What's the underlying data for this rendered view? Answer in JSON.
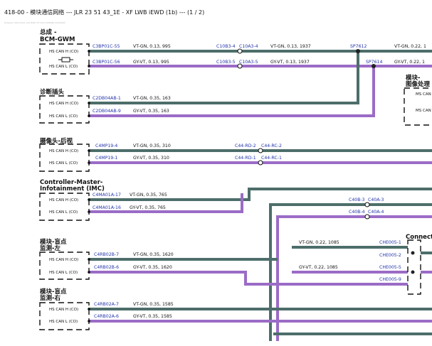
{
  "header": {
    "title": "418-00 - 模块通信网络 --- JLR 23 51 43_1E - XF LWB iEWD (1b) --- (1 / 2)",
    "subtitle": "Diagram data 2023, JLR iEWD XF 2023 WIRING DIAGRAM"
  },
  "colors": {
    "vt_gn": "#4d6e6a",
    "gy_vt": "#9b6cc7",
    "splice": "#222222",
    "pin": "#2233aa"
  },
  "modules": [
    {
      "id": "bcm",
      "title": "总成 -",
      "title2": "BCM-GWM",
      "signals": [
        "HS CAN H (CO)",
        "HS CAN L (CO)"
      ]
    },
    {
      "id": "diag",
      "title": "诊断插头",
      "title2": "",
      "signals": [
        "HS CAN H (CO)",
        "HS CAN L (CO)"
      ]
    },
    {
      "id": "cam",
      "title": "摄像头-后视",
      "title2": "",
      "signals": [
        "HS CAN H (CO)",
        "HS CAN L (CO)"
      ]
    },
    {
      "id": "imc",
      "title": "Controller-Master-",
      "title2": "Infotainment (IMC)",
      "signals": [
        "HS CAN H (CO)",
        "HS CAN L (CO)"
      ]
    },
    {
      "id": "bsl",
      "title": "模块-盲点",
      "title2": "监测-左",
      "signals": [
        "HS CAN H (CO)",
        "HS CAN L (CO)"
      ]
    },
    {
      "id": "bsr",
      "title": "模块-盲点",
      "title2": "监测-右",
      "signals": [
        "HS CAN H (CO)",
        "HS CAN L (CO)"
      ]
    },
    {
      "id": "img",
      "title": "模块-",
      "title2": "图像处理",
      "signals": [
        "MS CAN",
        "MS CAN"
      ]
    },
    {
      "id": "conn",
      "title": "Connect",
      "title2": "",
      "signals": []
    }
  ],
  "labels": {
    "bcm_h_pin": "C3BP01C-55",
    "bcm_h_wire": "VT-GN, 0.13, 995",
    "bcm_h_mid": "C10B3-4",
    "bcm_h_mid2": "C10A3-4",
    "bcm_h_wire2": "VT-GN, 0.13, 1937",
    "sp1": "SP7612",
    "bcm_h_wire3": "VT-GN, 0.22, 1",
    "bcm_l_pin": "C3BP01C-56",
    "bcm_l_wire": "GY-VT, 0.13, 995",
    "bcm_l_mid": "C10B3-5",
    "bcm_l_mid2": "C10A3-5",
    "bcm_l_wire2": "GY-VT, 0.13, 1937",
    "sp2": "SP7614",
    "bcm_l_wire3": "GY-VT, 0.22, 1",
    "diag_h_pin": "C2DB04AB-1",
    "diag_h_wire": "VT-GN, 0.35, 163",
    "diag_l_pin": "C2DB04AB-9",
    "diag_l_wire": "GY-VT, 0.35, 163",
    "cam_h_pin": "C4MP19-4",
    "cam_h_wire": "VT-GN, 0.35, 310",
    "cam_h_mid": "C44-RD-2",
    "cam_h_mid2": "C44-RC-2",
    "cam_l_pin": "C4MP19-1",
    "cam_l_wire": "GY-VT, 0.35, 310",
    "cam_l_mid": "C44-RD-1",
    "cam_l_mid2": "C44-RC-1",
    "imc_h_pin": "C4MA01A-17",
    "imc_h_wire": "VT-GN, 0.35, 765",
    "imc_l_pin": "C4MA01A-16",
    "imc_l_wire": "GY-VT, 0.35, 765",
    "imc_h_mid": "C40B-3",
    "imc_h_mid2": "C40A-3",
    "imc_l_mid": "C40B-4",
    "imc_l_mid2": "C40A-4",
    "bsl_h_pin": "C4RB02B-7",
    "bsl_h_wire": "VT-GN, 0.35, 1620",
    "bsl_l_pin": "C4RB02B-6",
    "bsl_l_wire": "GY-VT, 0.35, 1620",
    "che1": "CHE005-1",
    "che2": "CHE005-2",
    "che5": "CHE005-5",
    "che9": "CHE005-9",
    "che_h_wire": "VT-GN, 0.22, 1085",
    "che_l_wire": "GY-VT, 0.22, 1085",
    "bsr_h_pin": "C4RB02A-7",
    "bsr_h_wire": "VT-GN, 0.35, 1585",
    "bsr_l_pin": "C4RB02A-6",
    "bsr_l_wire": "GY-VT, 0.35, 1585"
  }
}
